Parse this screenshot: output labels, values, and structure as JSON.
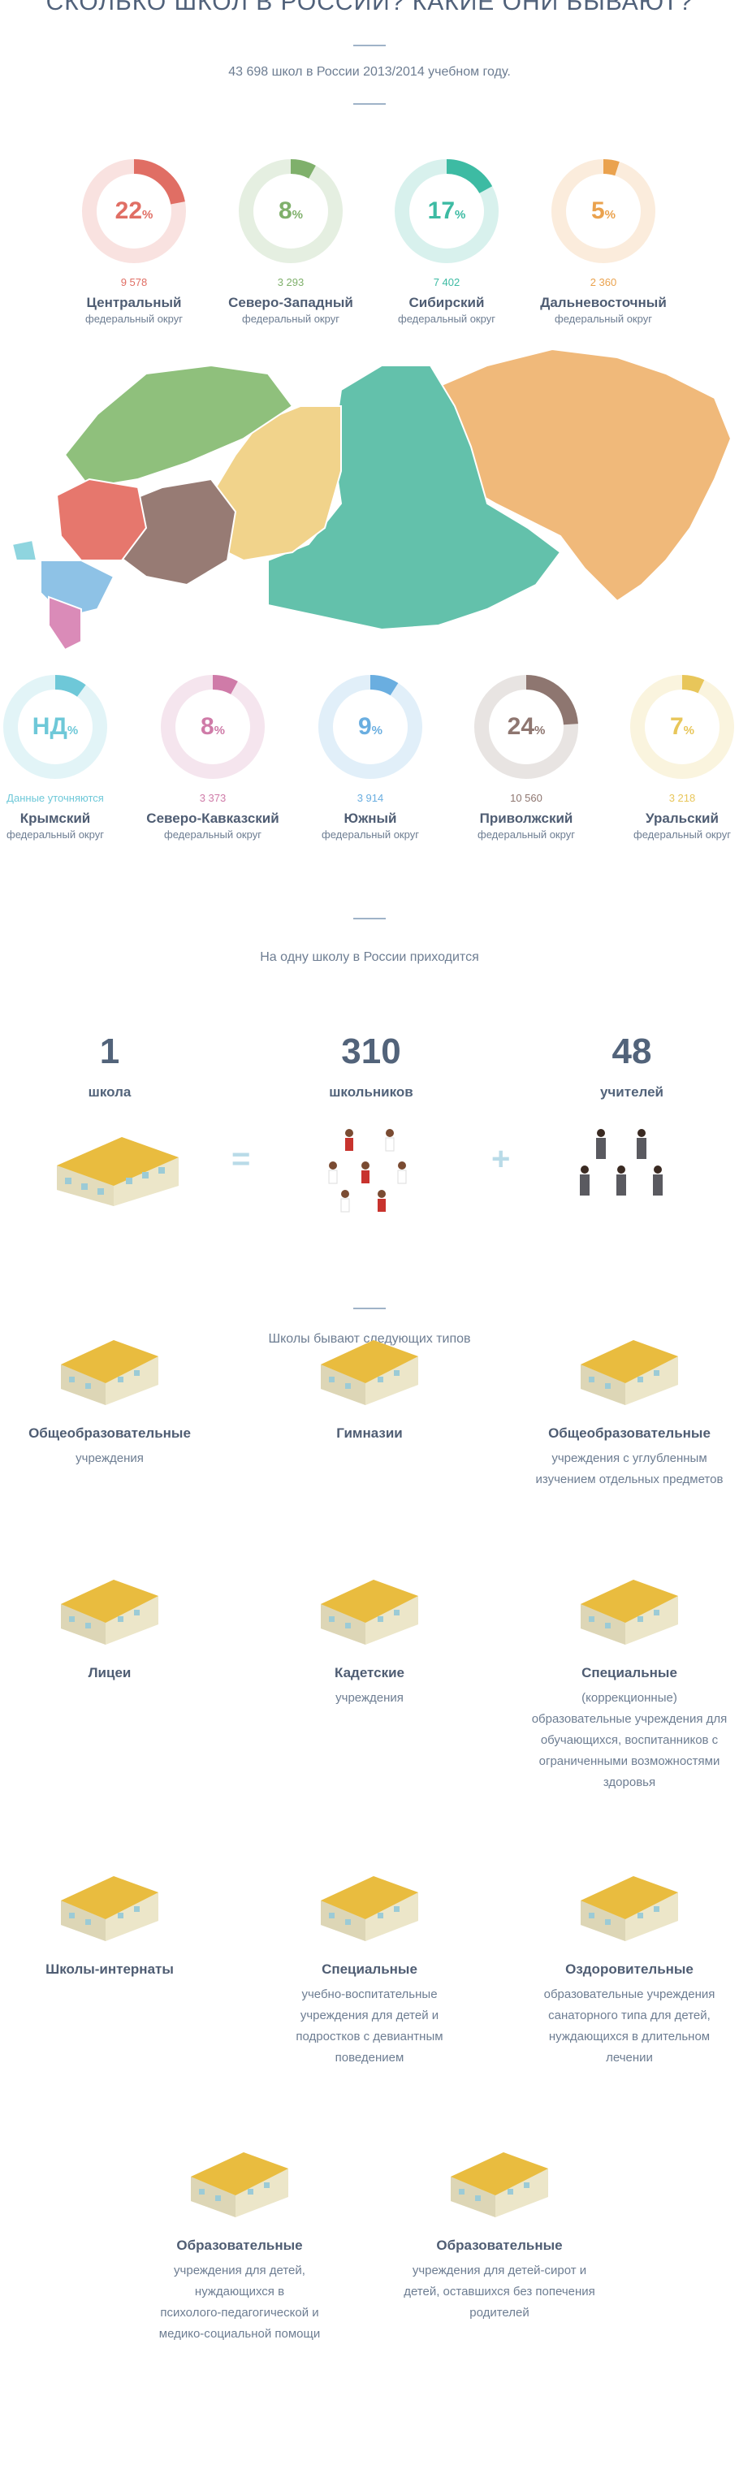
{
  "header": {
    "title": "СКОЛЬКО ШКОЛ В РОССИИ? КАКИЕ ОНИ БЫВАЮТ?",
    "subtitle": "43 698 школ в России 2013/2014 учебном году."
  },
  "districts_top": [
    {
      "pct": "22",
      "count": "9 578",
      "name": "Центральный",
      "sub": "федеральный округ",
      "color": "#e06e64",
      "fraction": 0.22
    },
    {
      "pct": "8",
      "count": "3 293",
      "name": "Северо-Западный",
      "sub": "федеральный округ",
      "color": "#7fb06b",
      "fraction": 0.08
    },
    {
      "pct": "17",
      "count": "7 402",
      "name": "Сибирский",
      "sub": "федеральный округ",
      "color": "#3dbba3",
      "fraction": 0.17
    },
    {
      "pct": "5",
      "count": "2 360",
      "name": "Дальневосточный",
      "sub": "федеральный округ",
      "color": "#eaa24e",
      "fraction": 0.05
    }
  ],
  "districts_bottom": [
    {
      "pct": "НД",
      "count": "Данные уточняются",
      "name": "Крымский",
      "sub": "федеральный округ",
      "color": "#6ec8d8",
      "fraction": 0.1
    },
    {
      "pct": "8",
      "count": "3 373",
      "name": "Северо-Кавказский",
      "sub": "федеральный округ",
      "color": "#cf7ba8",
      "fraction": 0.08
    },
    {
      "pct": "9",
      "count": "3 914",
      "name": "Южный",
      "sub": "федеральный округ",
      "color": "#6aaee0",
      "fraction": 0.09
    },
    {
      "pct": "24",
      "count": "10 560",
      "name": "Приволжский",
      "sub": "федеральный округ",
      "color": "#8e7670",
      "fraction": 0.24
    },
    {
      "pct": "7",
      "count": "3 218",
      "name": "Уральский",
      "sub": "федеральный округ",
      "color": "#e8c65a",
      "fraction": 0.07
    }
  ],
  "percent_sign": "%",
  "ratio": {
    "intro": "На одну школу в России приходится",
    "items": [
      {
        "num": "1",
        "label": "школа"
      },
      {
        "num": "310",
        "label": "школьников"
      },
      {
        "num": "48",
        "label": "учителей"
      }
    ],
    "equals": "=",
    "plus": "+"
  },
  "types": {
    "intro": "Школы бывают следующих типов",
    "items": [
      {
        "name": "Общеобразовательные",
        "desc": [
          "учреждения"
        ]
      },
      {
        "name": "Гимназии",
        "desc": []
      },
      {
        "name": "Общеобразовательные",
        "desc": [
          "учреждения с углубленным",
          "изучением отдельных предметов"
        ]
      },
      {
        "name": "Лицеи",
        "desc": []
      },
      {
        "name": "Кадетские",
        "desc": [
          "учреждения"
        ]
      },
      {
        "name": "Специальные",
        "desc": [
          "(коррекционные)",
          "образовательные учреждения для",
          "обучающихся, воспитанников с",
          "ограниченными возможностями",
          "здоровья"
        ]
      },
      {
        "name": "Школы-интернаты",
        "desc": []
      },
      {
        "name": "Специальные",
        "desc": [
          "учебно-воспитательные",
          "учреждения для детей и",
          "подростков с девиантным",
          "поведением"
        ]
      },
      {
        "name": "Оздоровительные",
        "desc": [
          "образовательные учреждения",
          "санаторного типа для детей,",
          "нуждающихся в длительном",
          "лечении"
        ]
      },
      {
        "name": "Образовательные",
        "desc": [
          "учреждения для детей,",
          "нуждающихся в",
          "психолого-педагогической и",
          "медико-социальной помощи"
        ]
      },
      {
        "name": "Образовательные",
        "desc": [
          "учреждения для детей-сирот и",
          "детей, оставшихся без попечения",
          "родителей"
        ]
      }
    ]
  }
}
